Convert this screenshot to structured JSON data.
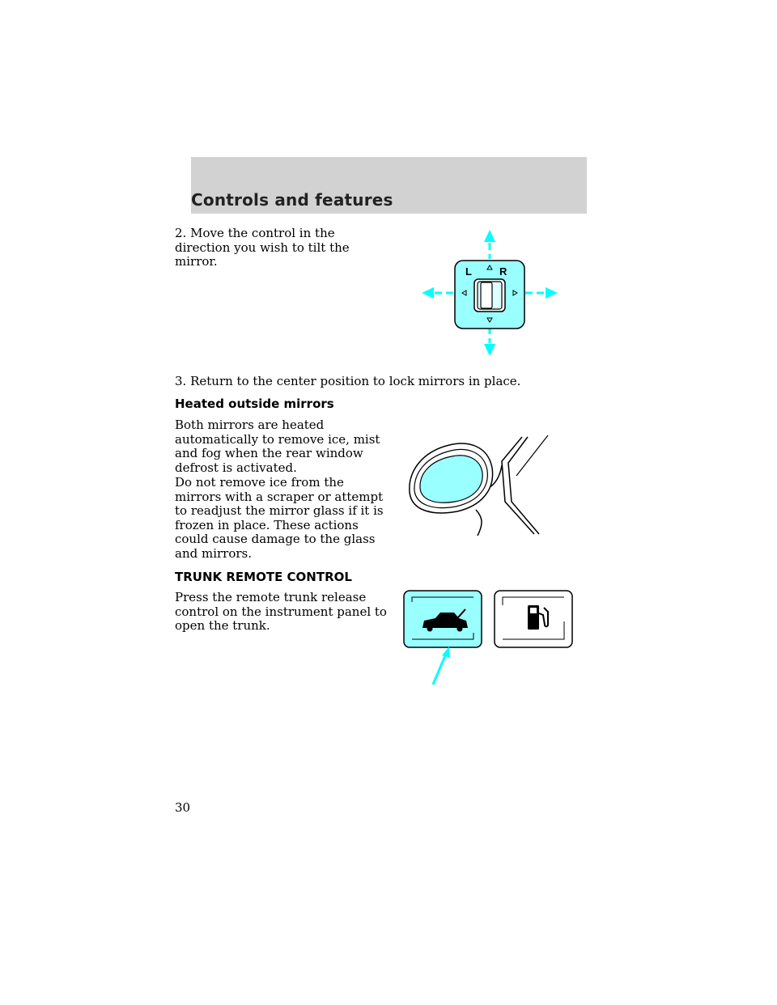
{
  "header": {
    "title": "Controls and features"
  },
  "mirror_control": {
    "step2": "2. Move the control in the direction you wish to tilt the mirror.",
    "step3": "3. Return to the center position to lock mirrors in place.",
    "left_label": "L",
    "right_label": "R"
  },
  "heated_mirrors": {
    "heading": "Heated outside mirrors",
    "para1": "Both mirrors are heated automatically to remove ice, mist and fog when the rear window defrost is activated.",
    "para2": "Do not remove ice from the mirrors with a scraper or attempt to readjust the mirror glass if it is frozen in place. These actions could cause damage to the glass and mirrors."
  },
  "trunk": {
    "heading": "TRUNK REMOTE CONTROL",
    "para": "Press the remote trunk release control on the instrument panel to open the trunk."
  },
  "colors": {
    "accent": "#00ffff",
    "fill": "#99ffff",
    "header_bg": "#d2d2d2"
  },
  "icons": [
    "mirror-control-diagram",
    "side-mirror-illustration",
    "trunk-release-icon",
    "fuel-door-icon"
  ],
  "page_number": "30"
}
